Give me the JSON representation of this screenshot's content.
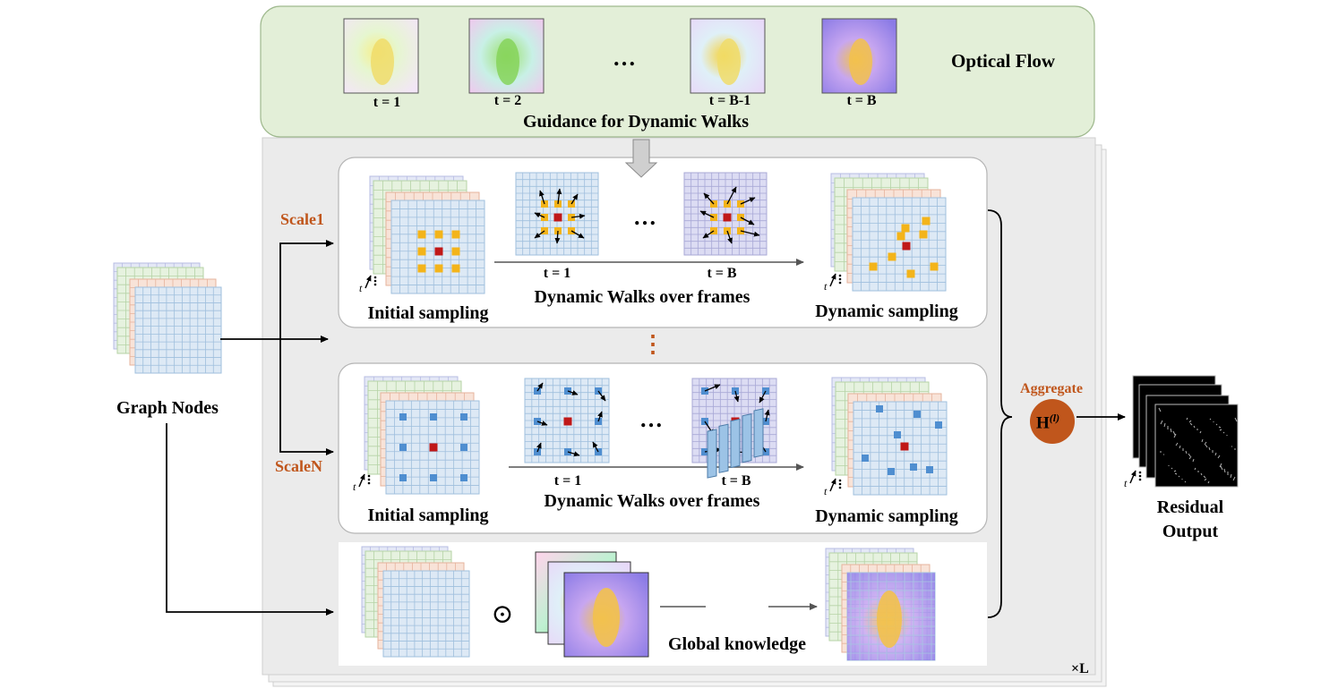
{
  "optical_flow": {
    "title": "Optical Flow",
    "guidance": "Guidance for Dynamic Walks",
    "frame_labels": [
      "t = 1",
      "t = 2",
      "t = B-1",
      "t = B"
    ],
    "ellipsis": "…"
  },
  "scales": {
    "scale1": "Scale1",
    "scaleN": "ScaleN",
    "vertical_ellipsis": "⋮"
  },
  "rows": {
    "initial_sampling": "Initial sampling",
    "dynamic_walks": "Dynamic Walks over frames",
    "dynamic_sampling": "Dynamic sampling",
    "t1": "t = 1",
    "tB": "t = B",
    "ellipsis": "…",
    "t_axis": "t"
  },
  "global": {
    "hadamard": "⊙",
    "knowledge": "Global knowledge"
  },
  "graph_nodes": "Graph Nodes",
  "aggregate": {
    "label": "Aggregate",
    "symbol": "H",
    "superscript": "(l)"
  },
  "output": {
    "line1": "Residual",
    "line2": "Output"
  },
  "repeat": "×L",
  "colors": {
    "flow_panel": "#e3efd8",
    "main_panel": "#ebebeb",
    "grid_fill": "#dde9f5",
    "grid_line": "#9fbfdd",
    "purple_grid": "#dcdcf3",
    "sample_yellow": "#f3b41a",
    "center_red": "#c01818",
    "sample_blue": "#4f8ed0",
    "aggregate_circle": "#c0561c",
    "scale_label": "#c0561c"
  }
}
